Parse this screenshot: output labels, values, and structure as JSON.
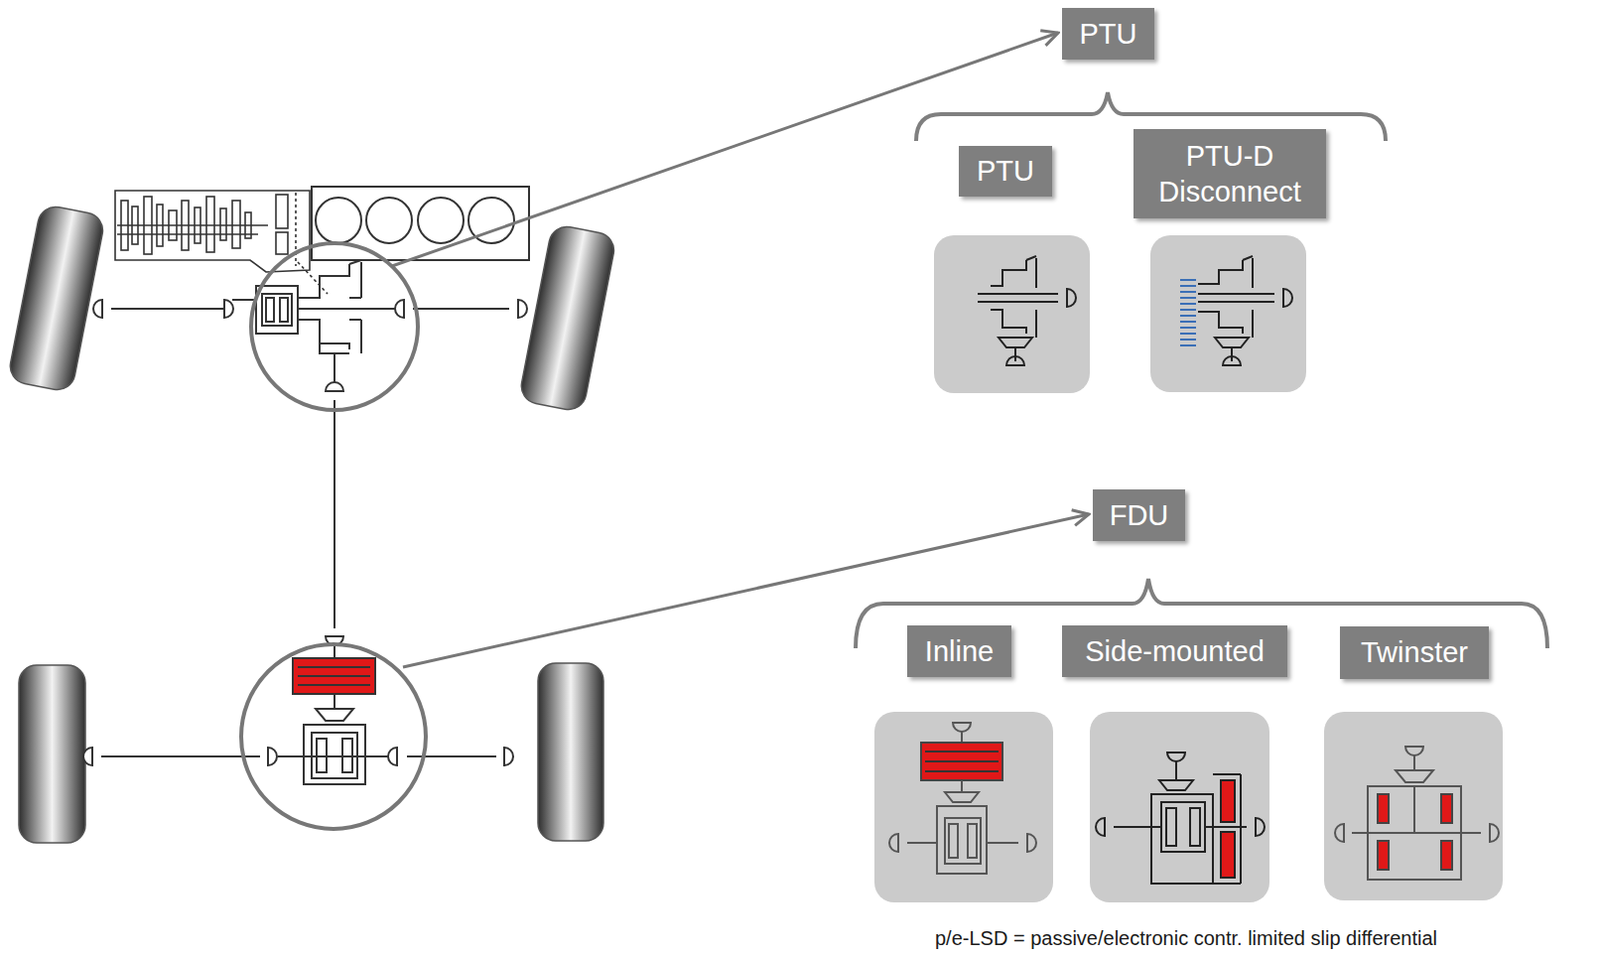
{
  "diagram": {
    "nodes": [
      {
        "text": [
          "PTU"
        ]
      },
      {
        "text": [
          "PTU"
        ]
      },
      {
        "text": [
          "PTU-D Disconnect"
        ]
      },
      {
        "text": [
          "FDU"
        ]
      },
      {
        "text": [
          "Inline"
        ]
      },
      {
        "text": [
          "Side-mounted"
        ]
      },
      {
        "text": [
          "Twinster"
        ]
      }
    ],
    "labels": [
      "p/e-LSD = passive/electronic contr. limited slip differential"
    ]
  }
}
